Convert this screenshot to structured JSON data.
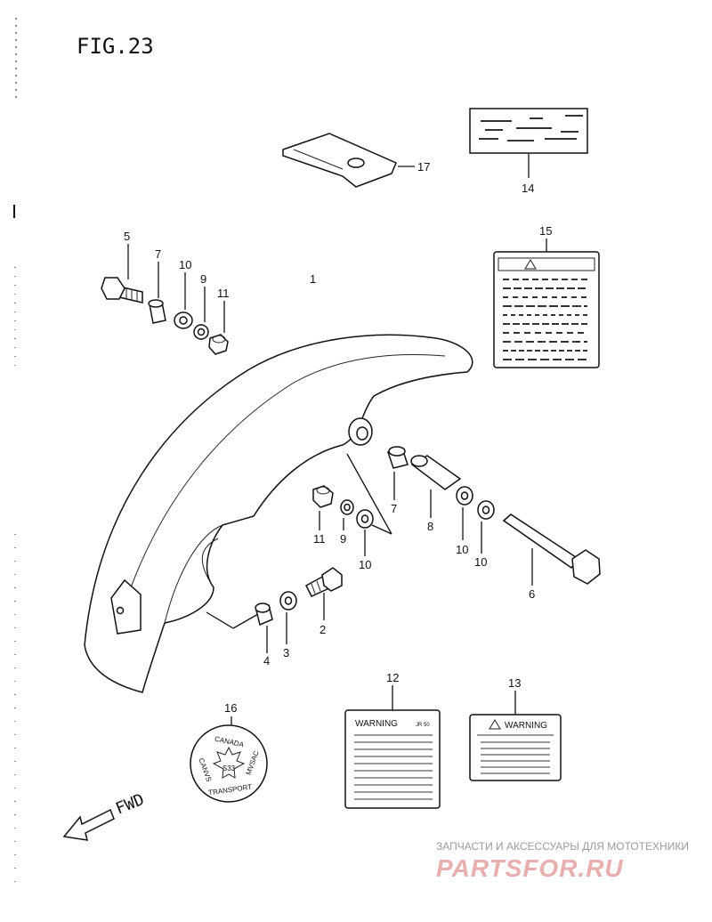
{
  "figure": {
    "title": "FIG.23"
  },
  "callouts": [
    {
      "id": "1",
      "text": "1"
    },
    {
      "id": "2",
      "text": "2"
    },
    {
      "id": "3",
      "text": "3"
    },
    {
      "id": "4",
      "text": "4"
    },
    {
      "id": "5",
      "text": "5"
    },
    {
      "id": "6",
      "text": "6"
    },
    {
      "id": "7a",
      "text": "7"
    },
    {
      "id": "7b",
      "text": "7"
    },
    {
      "id": "8",
      "text": "8"
    },
    {
      "id": "9a",
      "text": "9"
    },
    {
      "id": "9b",
      "text": "9"
    },
    {
      "id": "10a",
      "text": "10"
    },
    {
      "id": "10b",
      "text": "10"
    },
    {
      "id": "10c",
      "text": "10"
    },
    {
      "id": "10d",
      "text": "10"
    },
    {
      "id": "11a",
      "text": "11"
    },
    {
      "id": "11b",
      "text": "11"
    },
    {
      "id": "12",
      "text": "12"
    },
    {
      "id": "13",
      "text": "13"
    },
    {
      "id": "14",
      "text": "14"
    },
    {
      "id": "15",
      "text": "15"
    },
    {
      "id": "16",
      "text": "16"
    },
    {
      "id": "17",
      "text": "17"
    }
  ],
  "labels": {
    "warning_12": "WARNING",
    "warning_12_code": "JR 50",
    "warning_13": "WARNING",
    "seal_top": "CANADA",
    "seal_bottom": "TRANSPORT",
    "seal_left": "CANVS",
    "seal_right": "MVSAC",
    "seal_number": "S33"
  },
  "direction": {
    "text": "FWD"
  },
  "watermark": {
    "line1": "ЗАПЧАСТИ И АКСЕССУАРЫ ДЛЯ МОТОТЕХНИКИ",
    "line2": "PARTSFOR.RU"
  },
  "colors": {
    "ink": "#111111",
    "watermark_gray": "#9a9a9a",
    "watermark_red": "#e9aeae"
  }
}
